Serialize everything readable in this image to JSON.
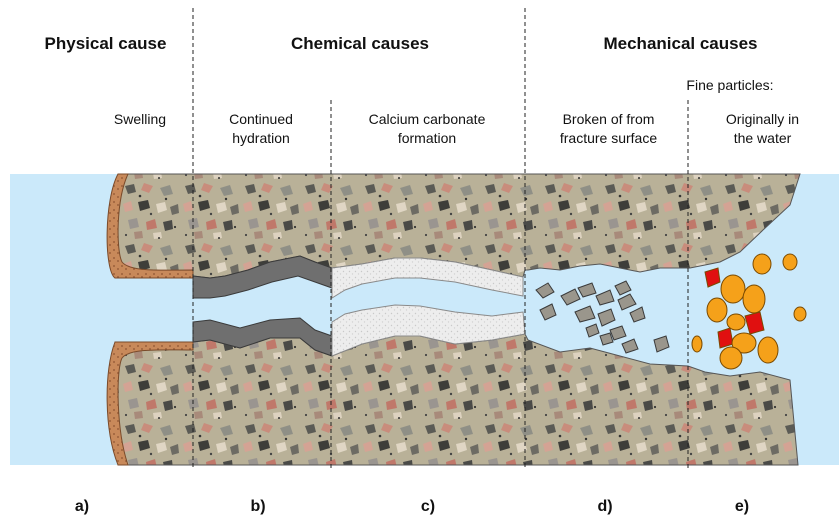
{
  "headers": {
    "physical": "Physical cause",
    "chemical": "Chemical causes",
    "mechanical": "Mechanical causes"
  },
  "fine_particles": "Fine particles:",
  "subheaders": {
    "a": "Swelling",
    "b_line1": "Continued",
    "b_line2": "hydration",
    "c_line1": "Calcium carbonate",
    "c_line2": "formation",
    "d_line1": "Broken of from",
    "d_line2": "fracture surface",
    "e_line1": "Originally in",
    "e_line2": "the water"
  },
  "labels": {
    "a": "a)",
    "b": "b)",
    "c": "c)",
    "d": "d)",
    "e": "e)"
  },
  "colors": {
    "water": "#cbe9fa",
    "concrete": "#b9b198",
    "swelling_layer": "#c8895a",
    "hydration_layer": "#6f6f6f",
    "carbonate_layer": "#ececec",
    "fine_particle_orange": "#f5a11a",
    "fine_particle_red": "#e01010"
  }
}
